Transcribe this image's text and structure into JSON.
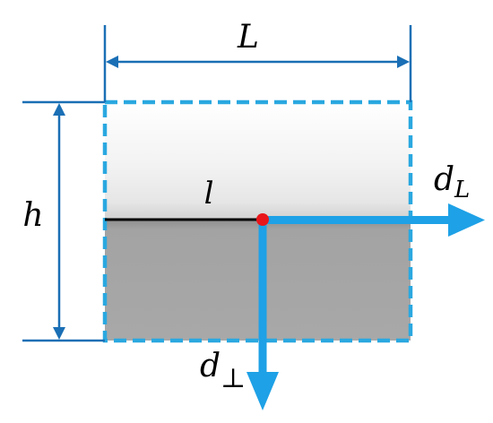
{
  "labels": {
    "length": "L",
    "height": "h",
    "line": "l",
    "d_L_main": "d",
    "d_L_sub": "L",
    "d_perp_main": "d",
    "d_perp_sub": "⊥"
  },
  "colors": {
    "dimension_line": "#1a6fb5",
    "dashed_border": "#2aa8e0",
    "arrow": "#1ea1e6",
    "point": "#e8161b",
    "upper_gradient_top": "#ffffff",
    "upper_gradient_bottom": "#e2e2e2",
    "lower_fill": "#a6a6a6",
    "line": "#000000"
  }
}
